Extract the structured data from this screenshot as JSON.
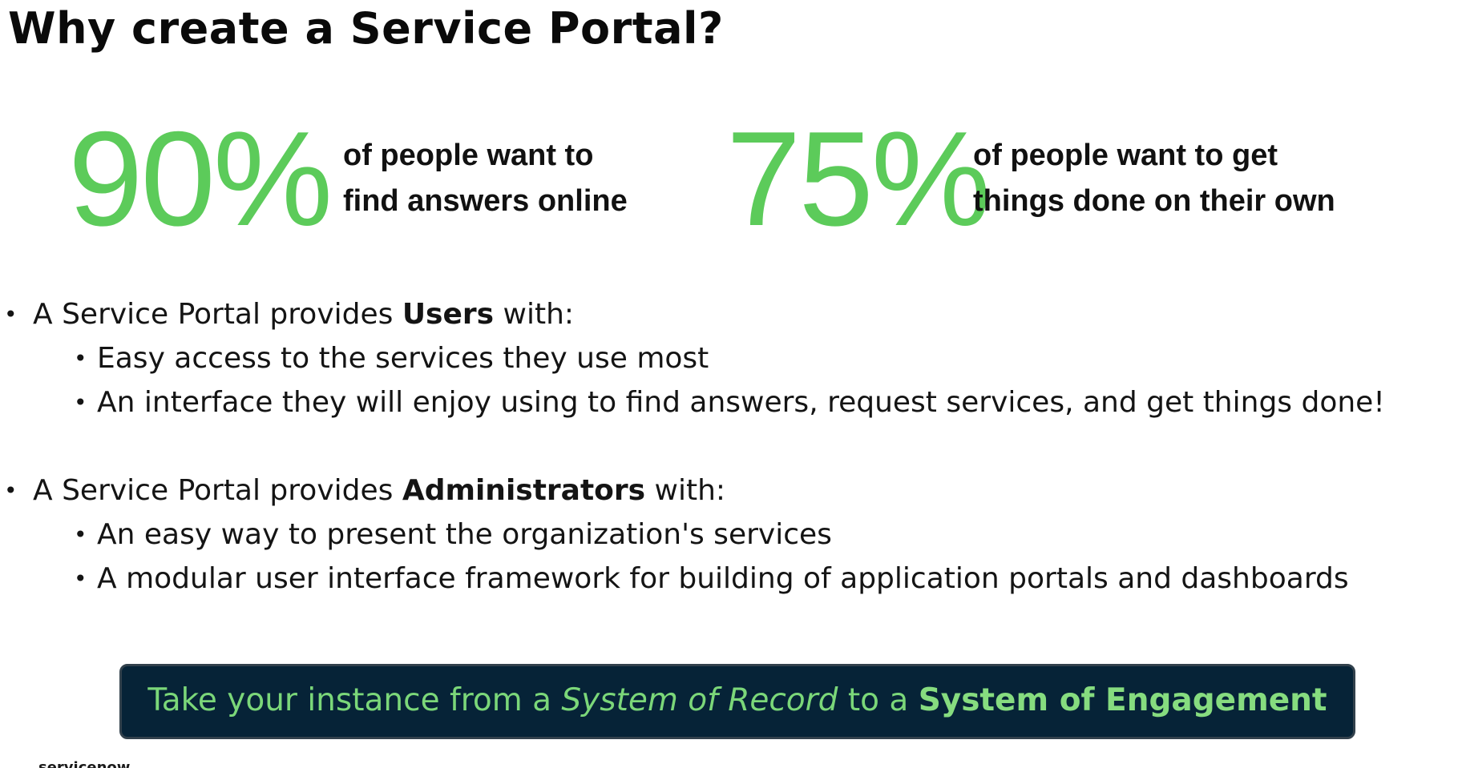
{
  "slide": {
    "title": "Why create a Service Portal?"
  },
  "stats": [
    {
      "value": "90%",
      "line1": "of people want to",
      "line2": "find answers online"
    },
    {
      "value": "75%",
      "line1": "of people want to get",
      "line2": "things done on their own"
    }
  ],
  "bullets": {
    "users": {
      "prefix": "A Service Portal provides ",
      "bold": "Users",
      "suffix": " with:",
      "items": [
        "Easy access to the services they use most",
        "An interface they will enjoy using to find answers, request services, and get things done!"
      ]
    },
    "admins": {
      "prefix": "A Service Portal provides ",
      "bold": "Administrators",
      "suffix": " with:",
      "items": [
        "An easy way to present the organization's services",
        "A modular user interface framework for building of application portals and dashboards"
      ]
    }
  },
  "banner": {
    "part1": "Take your instance from a ",
    "italic": "System of Record",
    "part2": " to a ",
    "bold": "System of Engagement"
  },
  "footer": {
    "logo_text": "servicenow"
  },
  "colors": {
    "accent_green": "#5ccb5a",
    "banner_bg": "#062337",
    "banner_text": "#7bd779"
  }
}
